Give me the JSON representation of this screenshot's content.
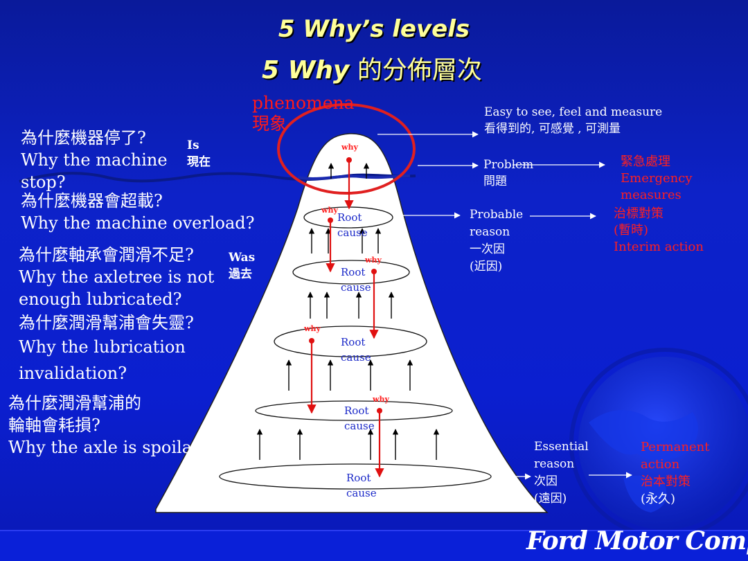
{
  "title": {
    "line1": "5 Why’s levels",
    "line2_bold": "5 Why",
    "line2_rest": " 的分佈層次"
  },
  "phenomena": {
    "en": "phenomena",
    "zh": "現象"
  },
  "time_labels": {
    "is_en": "Is",
    "is_zh": "現在",
    "was_en": "Was",
    "was_zh": "過去"
  },
  "questions": [
    {
      "zh": "為什麼機器停了?",
      "en1": "Why the machine",
      "en2": "stop?"
    },
    {
      "zh": "為什麼機器會超載?",
      "en1": "Why the machine overload?"
    },
    {
      "zh": "為什麼軸承會潤滑不足?",
      "en1": "Why the axletree is not",
      "en2": "enough lubricated?"
    },
    {
      "zh": "為什麼潤滑幫浦會失靈?",
      "en1": "Why the lubrication",
      "en2": "invalidation?"
    },
    {
      "zh1": "為什麼潤滑幫浦的",
      "zh2": "輪軸會耗損?",
      "en1": "Why the axle is spoilage."
    }
  ],
  "right_labels": {
    "easy_en": "Easy to see, feel and measure",
    "easy_zh": "看得到的, 可感覺 , 可測量",
    "problem_en": "Problem",
    "problem_zh": "問題",
    "probable_1": "Probable",
    "probable_2": "reason",
    "probable_3": "一次因",
    "probable_4": "(近因)",
    "essential_1": "Essential",
    "essential_2": "reason",
    "essential_3": " 次因",
    "essential_4": "(遠因)"
  },
  "actions": {
    "emergency_1": "緊急處理",
    "emergency_2": "Emergency",
    "emergency_3": " measures",
    "interim_1": "治標對策",
    "interim_2": " (暫時)",
    "interim_3": "Interim action",
    "permanent_1": "Permanent",
    "permanent_2": "action",
    "permanent_3": "治本對策",
    "permanent_4": "(永久)"
  },
  "mountain": {
    "why_label": "why",
    "root_1": "Root",
    "root_2": "cause"
  },
  "footer": {
    "brand": "Ford Motor Company"
  },
  "colors": {
    "background": "#0d22c8",
    "title": "#ffff99",
    "accent": "#ff2020",
    "root_text": "#1a28c8"
  }
}
